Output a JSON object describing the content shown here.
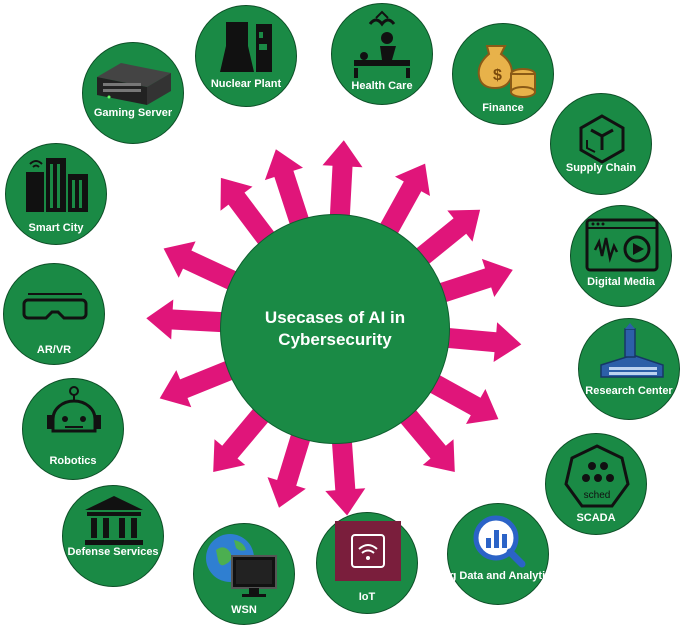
{
  "center": {
    "title": "Usecases of AI in Cybersecurity"
  },
  "colors": {
    "node_fill": "#1a8a45",
    "arrow": "#e0157a",
    "text": "#ffffff"
  },
  "nodes": [
    {
      "label": "Nuclear Plant",
      "icon": "nuclear-plant-icon"
    },
    {
      "label": "Health Care",
      "icon": "health-care-icon"
    },
    {
      "label": "Finance",
      "icon": "finance-icon"
    },
    {
      "label": "Supply Chain",
      "icon": "supply-chain-icon"
    },
    {
      "label": "Digital Media",
      "icon": "digital-media-icon"
    },
    {
      "label": "Research Center",
      "icon": "research-center-icon"
    },
    {
      "label": "SCADA",
      "icon": "scada-icon",
      "sublabel": "sched"
    },
    {
      "label": "Big Data and Analytics",
      "icon": "big-data-icon"
    },
    {
      "label": "IoT",
      "icon": "iot-icon"
    },
    {
      "label": "WSN",
      "icon": "wsn-icon"
    },
    {
      "label": "Defense Services",
      "icon": "defense-icon"
    },
    {
      "label": "Robotics",
      "icon": "robotics-icon"
    },
    {
      "label": "AR/VR",
      "icon": "ar-vr-icon"
    },
    {
      "label": "Smart City",
      "icon": "smart-city-icon"
    },
    {
      "label": "Gaming Server",
      "icon": "gaming-server-icon"
    }
  ]
}
